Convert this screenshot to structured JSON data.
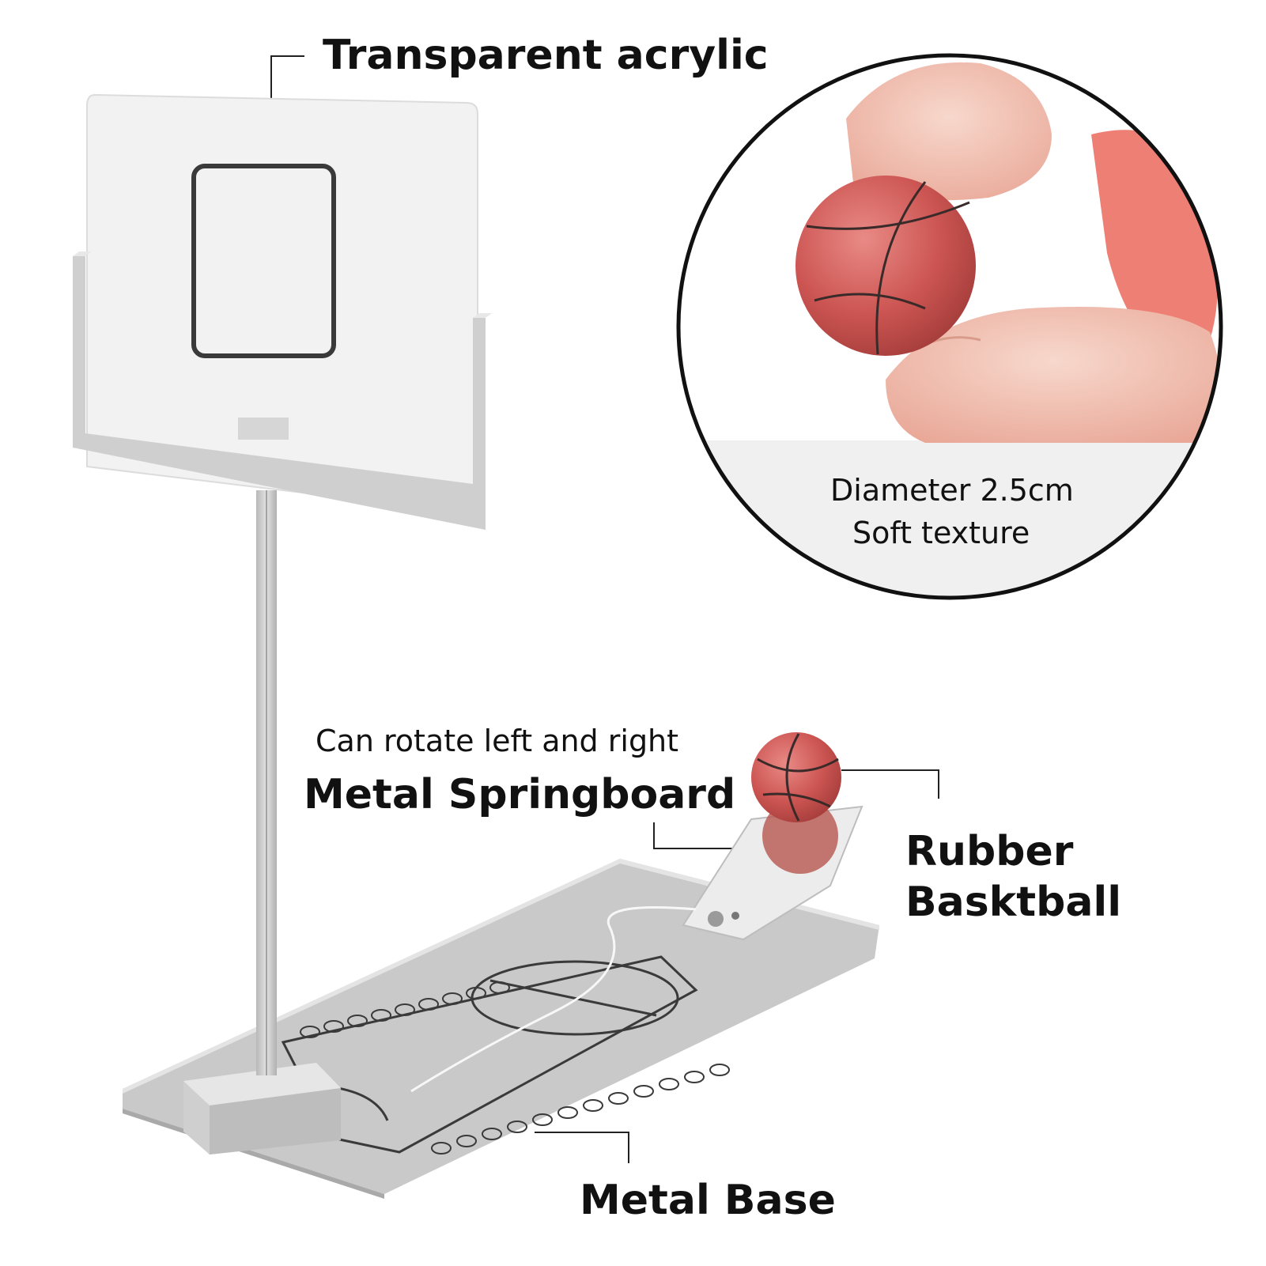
{
  "labels": {
    "acrylic": "Transparent acrylic",
    "diameter": "Diameter 2.5cm",
    "texture": "Soft texture",
    "rotate": "Can rotate left and right",
    "springboard": "Metal Springboard",
    "rubber_line1": "Rubber",
    "rubber_line2": "Basktball",
    "base": "Metal Base"
  },
  "colors": {
    "background": "#ffffff",
    "text": "#111111",
    "metal": "#c9c9c9",
    "metal_light": "#dedede",
    "acrylic": "#f2f2f2",
    "ball": "#c8504f",
    "skin": "#f3c2b2"
  }
}
